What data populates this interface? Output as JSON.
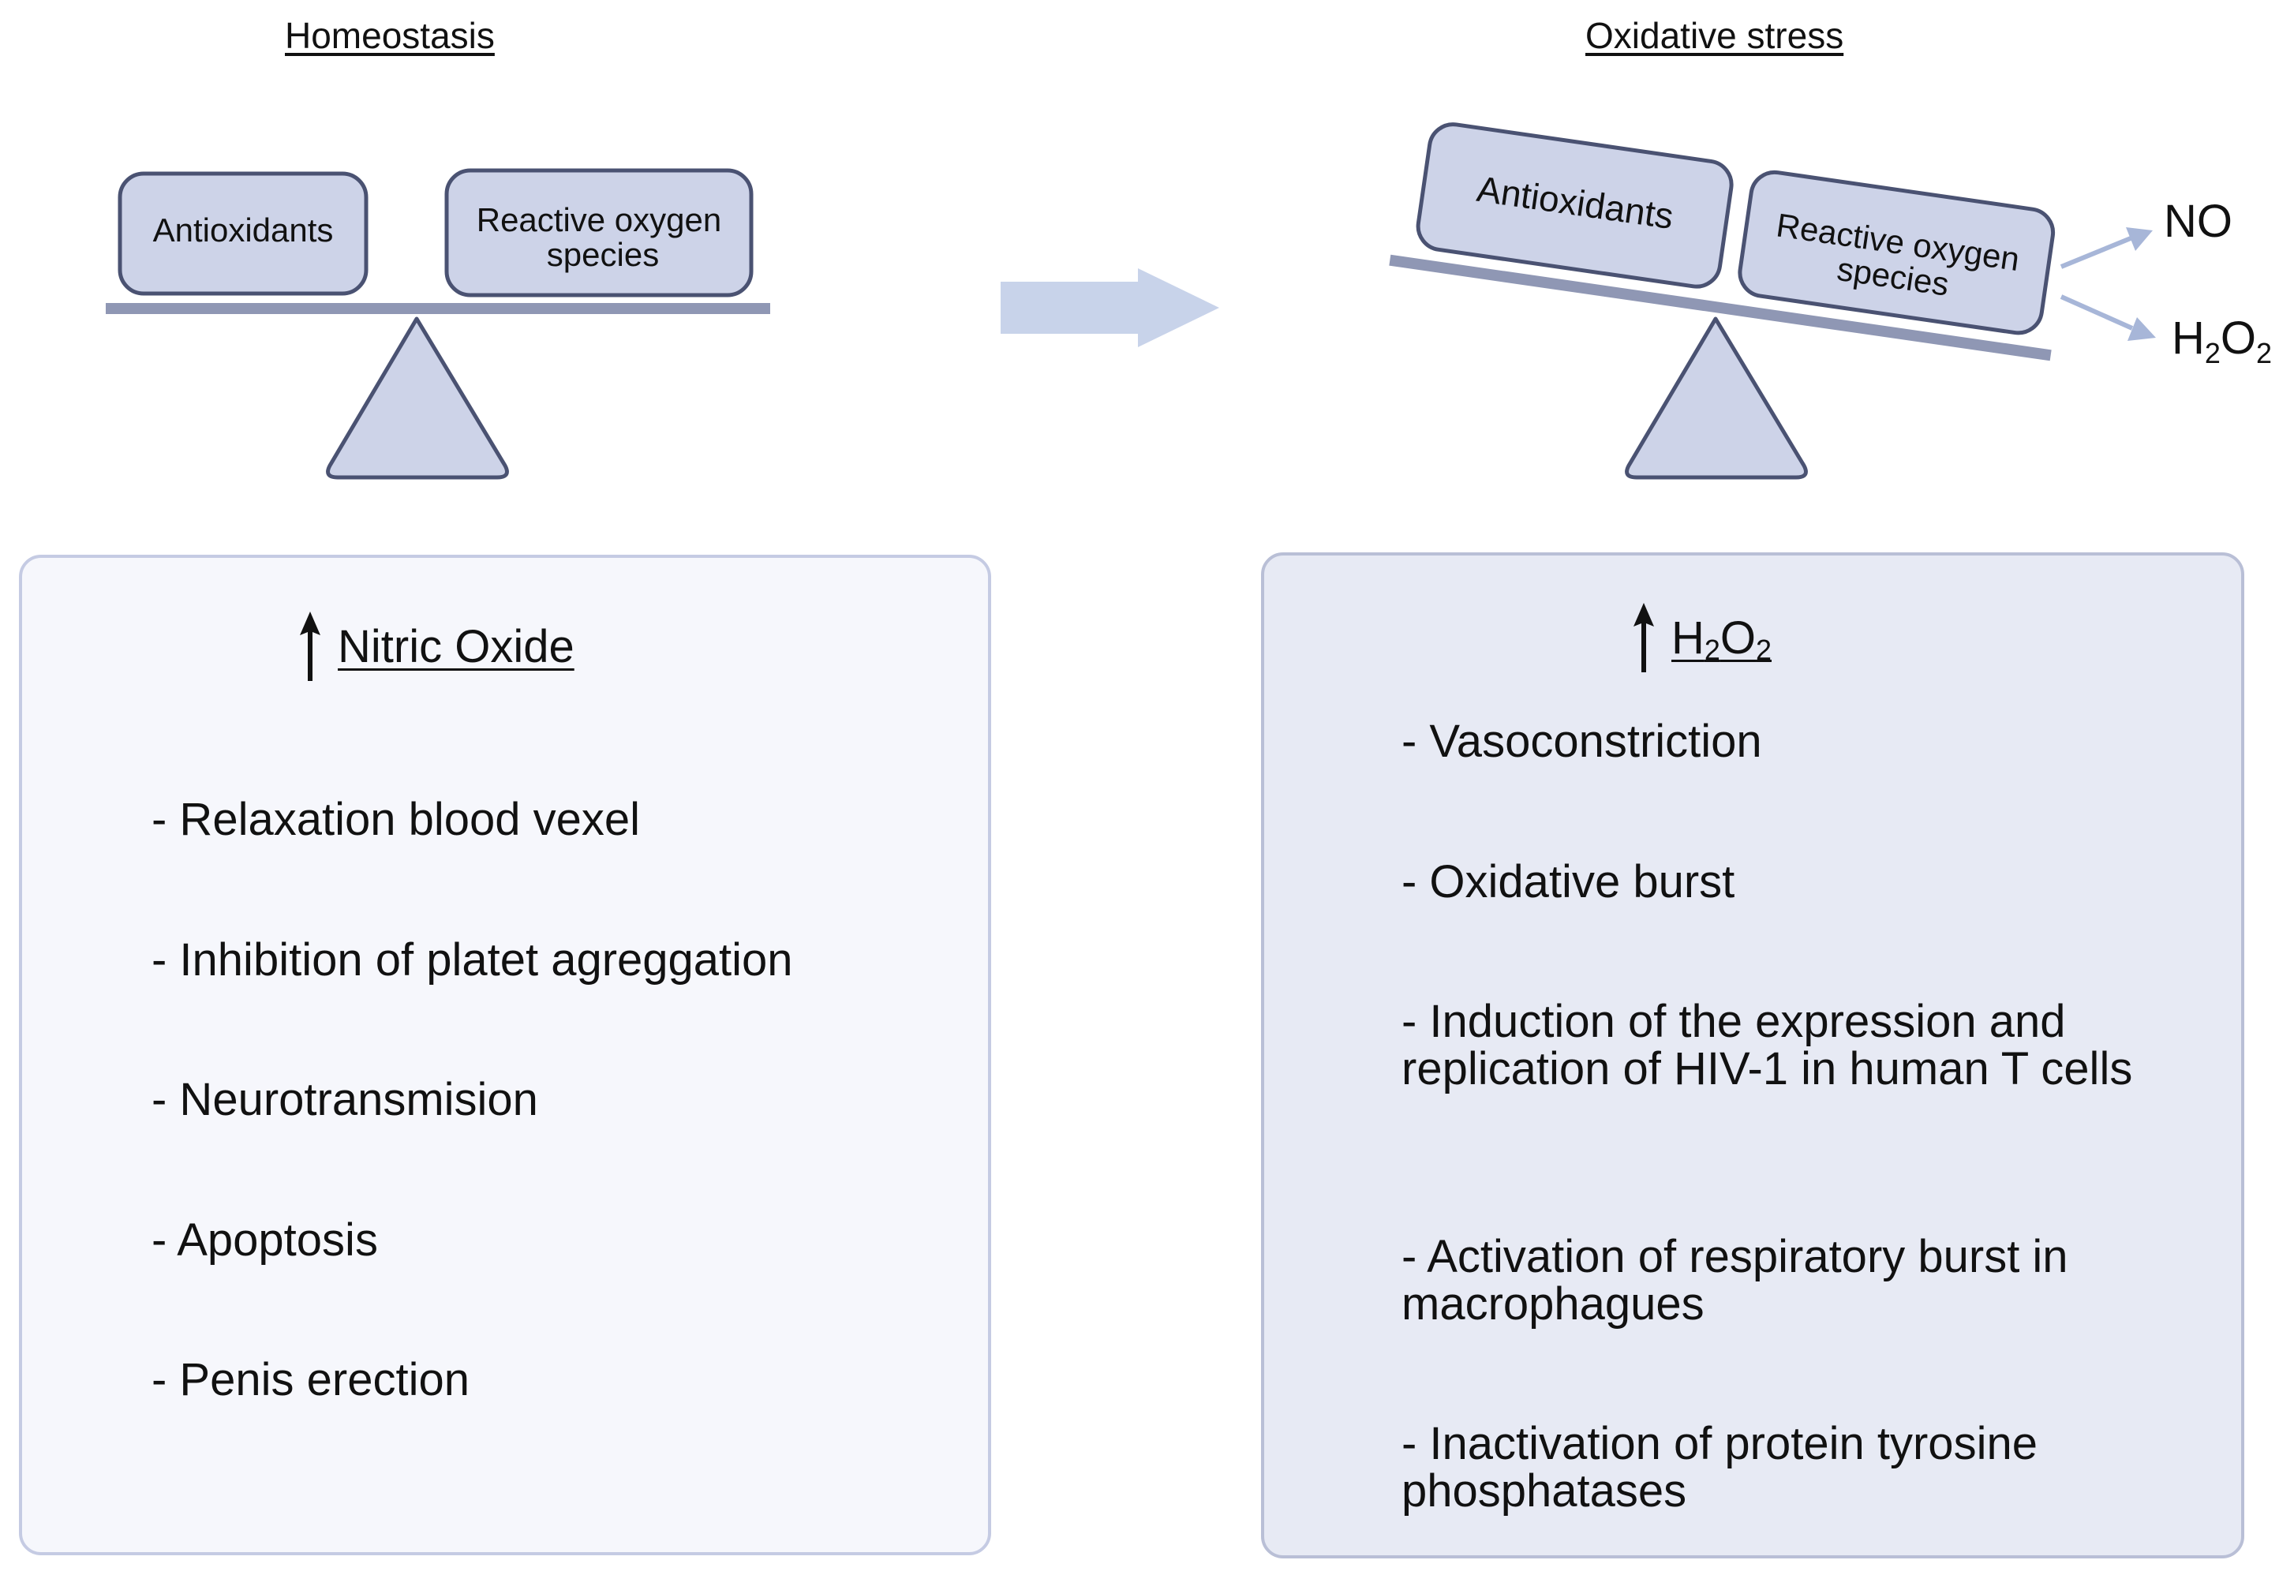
{
  "left_heading": "Homeostasis",
  "right_heading": "Oxidative stress",
  "left_scale": {
    "left_box": "Antioxidants",
    "right_box_line1": "Reactive oxygen",
    "right_box_line2": "species"
  },
  "right_scale": {
    "left_box": "Antioxidants",
    "right_box_line1": "Reactive oxygen",
    "right_box_line2": "species",
    "output_no": "NO",
    "output_h2o2": {
      "h": "H",
      "sub1": "2",
      "o": "O",
      "sub2": "2"
    }
  },
  "left_panel": {
    "title": "Nitric Oxide",
    "items": [
      "- Relaxation blood vexel",
      "- Inhibition of platet agreggation",
      "- Neurotransmision",
      "- Apoptosis",
      "- Penis erection"
    ]
  },
  "right_panel": {
    "title": {
      "h": "H",
      "sub1": "2",
      "o": "O",
      "sub2": "2"
    },
    "items": [
      "- Vasoconstriction",
      "- Oxidative burst",
      "- Induction of the expression and replication of HIV-1 in human T cells",
      "- Activation of respiratory burst in macrophagues",
      "- Inactivation of protein tyrosine phosphatases"
    ]
  },
  "colors": {
    "box_fill": "#cdd3e8",
    "box_stroke": "#4a5272",
    "beam": "#8f97b4",
    "transition_arrow": "#c8d3ea",
    "output_arrow": "#a7b6d8"
  }
}
